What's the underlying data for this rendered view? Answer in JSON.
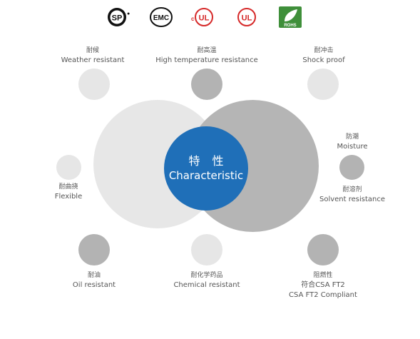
{
  "certifications": [
    {
      "name": "csa-logo",
      "text": "SP"
    },
    {
      "name": "emc-logo",
      "text": "EMC"
    },
    {
      "name": "cul-logo",
      "text": "UL"
    },
    {
      "name": "ul-logo",
      "text": "UL"
    },
    {
      "name": "rohs-logo",
      "text": "ROHS"
    }
  ],
  "center": {
    "zh": "特 性",
    "en": "Characteristic"
  },
  "features": {
    "weather": {
      "zh": "耐候",
      "en": "Weather resistant"
    },
    "high_temp": {
      "zh": "耐高温",
      "en": "High temperature resistance"
    },
    "shock": {
      "zh": "耐冲击",
      "en": "Shock proof"
    },
    "flexible": {
      "zh": "耐曲挠",
      "en": "Flexible"
    },
    "moisture": {
      "zh": "防潮",
      "en": "Moisture"
    },
    "solvent": {
      "zh": "耐溶剂",
      "en": "Solvent resistance"
    },
    "oil": {
      "zh": "耐油",
      "en": "Oil resistant"
    },
    "chemical": {
      "zh": "耐化学药品",
      "en": "Chemical resistant"
    },
    "flame": {
      "zh": "阻燃性",
      "zh2": "符合CSA FT2",
      "en": "CSA FT2 Compliant"
    }
  },
  "colors": {
    "accent": "#1f6fb8",
    "light": "#e6e6e6",
    "mid": "#b3b3b3"
  }
}
